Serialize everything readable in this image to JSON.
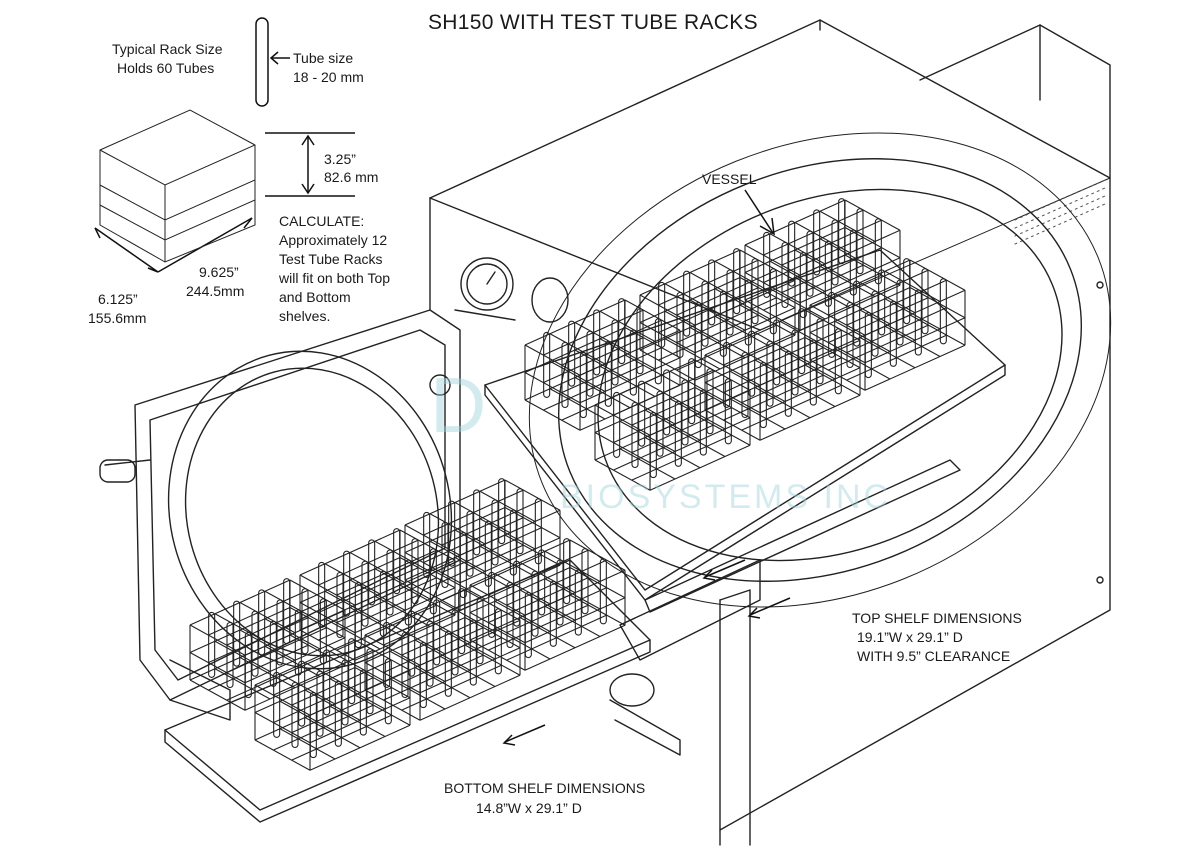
{
  "title": "SH150 WITH TEST TUBE RACKS",
  "rack": {
    "size_line1": "Typical Rack Size",
    "size_line2": "Holds 60 Tubes",
    "tube_line1": "Tube size",
    "tube_line2": "18 - 20 mm",
    "height_in": "3.25”",
    "height_mm": "82.6 mm",
    "depth_in": "6.125”",
    "depth_mm": "155.6mm",
    "width_in": "9.625”",
    "width_mm": "244.5mm"
  },
  "calculate": {
    "heading": "CALCULATE:",
    "lines": [
      "Approximately 12",
      "Test Tube Racks",
      "will fit on both Top",
      "and Bottom",
      "shelves."
    ]
  },
  "vessel_label": "VESSEL",
  "top_shelf": {
    "line1": "TOP SHELF DIMENSIONS",
    "line2": "19.1”W x 29.1” D",
    "line3": "WITH 9.5” CLEARANCE"
  },
  "bottom_shelf": {
    "line1": "BOTTOM SHELF DIMENSIONS",
    "line2": "14.8”W x 29.1” D"
  },
  "watermark": {
    "line1": "D",
    "line2": "BIOSYSTEMS INC"
  }
}
